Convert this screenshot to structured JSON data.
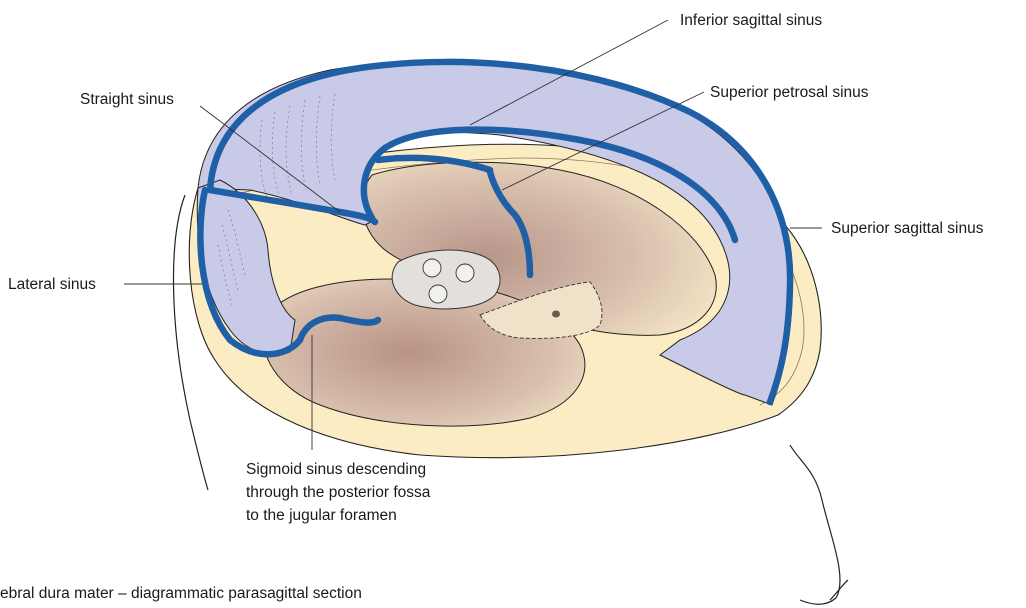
{
  "labels": {
    "inferior_sagittal": "Inferior sagittal sinus",
    "straight": "Straight sinus",
    "superior_petrosal": "Superior petrosal sinus",
    "superior_sagittal": "Superior sagittal sinus",
    "lateral": "Lateral sinus",
    "sigmoid_line1": "Sigmoid sinus descending",
    "sigmoid_line2": "through the posterior fossa",
    "sigmoid_line3": "to the jugular foramen"
  },
  "caption": "ebral dura mater – diagrammatic parasagittal section",
  "colors": {
    "sinus": "#1e5fa6",
    "dura_falx": "#c9c9e8",
    "skull_base": "#fbecc4",
    "fossa": "#c9a79b",
    "bone_grey": "#e3e0dc"
  }
}
